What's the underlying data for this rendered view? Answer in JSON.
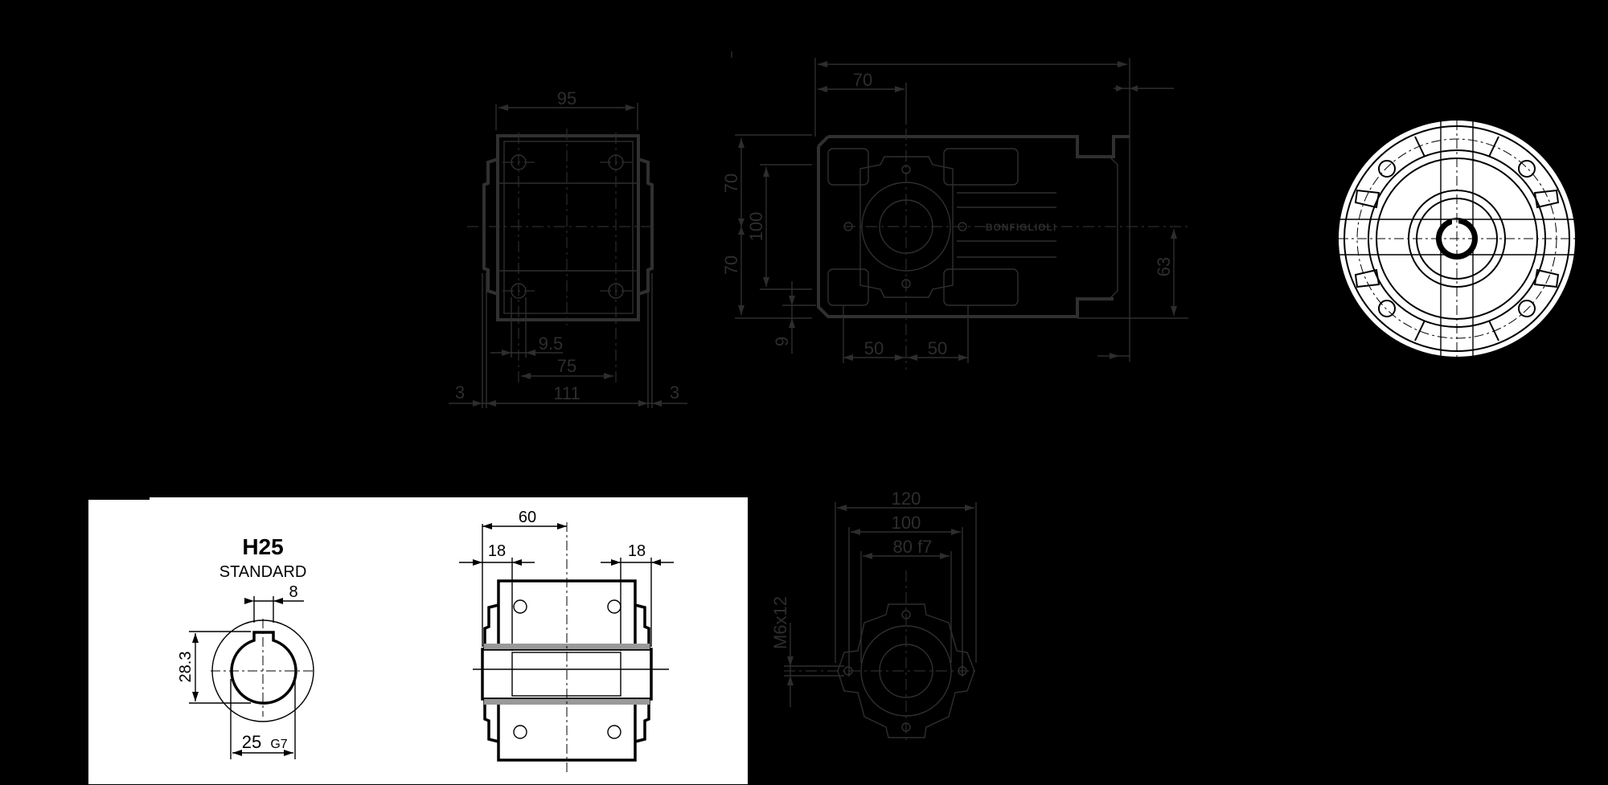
{
  "drawing": {
    "type": "gearbox dimension drawing",
    "brand_mark": "BONFIGLIOLI",
    "background": "#000000",
    "line_color_dark_area": "#2d2d2d",
    "panel_color": "#ffffff"
  },
  "front_view": {
    "top_width": "95",
    "hole_dia": "9.5",
    "hole_spacing": "75",
    "overall_width": "111",
    "left_offset": "3",
    "right_offset": "3"
  },
  "side_view": {
    "overall_length": "",
    "axis_to_face": "70",
    "upper_half": "70",
    "lower_half": "70",
    "hole_spacing_vertical": "100",
    "foot_thickness": "9",
    "left_hole_offset": "50",
    "right_hole_offset": "50",
    "shaft_height": "63",
    "brand_label": "BONFIGLIOLI"
  },
  "motor_flange": {
    "view": "input flange end view"
  },
  "hollow_shaft_panel": {
    "title": "H25",
    "subtitle": "STANDARD",
    "key_width": "8",
    "key_height": "28.3",
    "bore_dia": "25",
    "bore_tolerance": "G7",
    "shaft_length_half": "60",
    "left_land": "18",
    "right_land": "18"
  },
  "output_flange": {
    "outer_dia": "120",
    "bolt_circle": "100",
    "spigot_dia": "80 f7",
    "thread": "M6x12"
  }
}
